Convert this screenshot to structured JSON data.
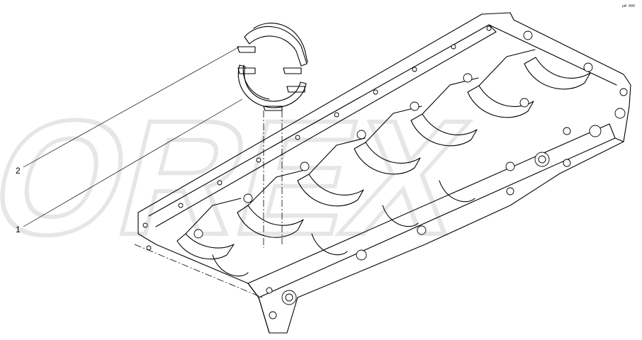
{
  "diagram": {
    "callouts": [
      {
        "number": "1"
      },
      {
        "number": "2"
      }
    ],
    "corner_mark": "p# 000",
    "watermark_text": "OREX"
  }
}
